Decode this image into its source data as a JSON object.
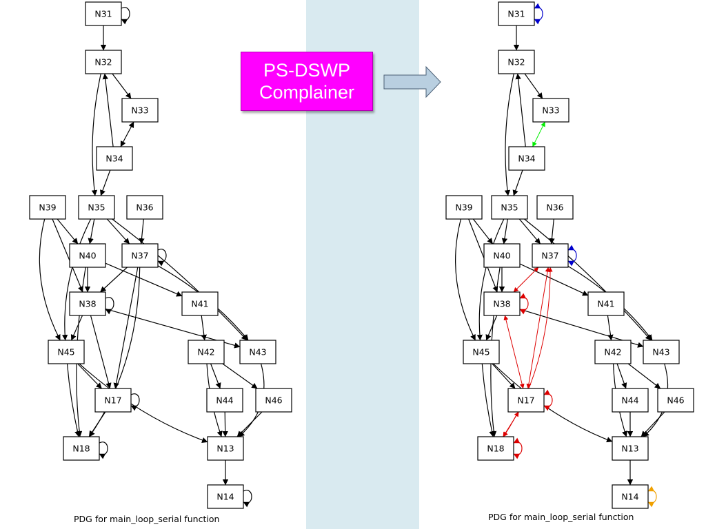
{
  "slide": {
    "title_line1": "PS-DSWP",
    "title_line2": "Complainer",
    "caption_left": "PDG for main_loop_serial function",
    "caption_right": "PDG for main_loop_serial function",
    "band_color": "#d9eaf0",
    "title_box_color": "#ff00ff"
  },
  "graph": {
    "nodes": [
      "N31",
      "N32",
      "N33",
      "N34",
      "N35",
      "N36",
      "N39",
      "N37",
      "N40",
      "N38",
      "N41",
      "N45",
      "N42",
      "N43",
      "N17",
      "N44",
      "N46",
      "N18",
      "N13",
      "N14"
    ],
    "edges": [
      [
        "N31",
        "N32"
      ],
      [
        "N32",
        "N33"
      ],
      [
        "N34",
        "N32"
      ],
      [
        "N32",
        "N35"
      ],
      [
        "N34",
        "N35"
      ],
      [
        "N33",
        "N34"
      ],
      [
        "N36",
        "N37"
      ],
      [
        "N39",
        "N40"
      ],
      [
        "N39",
        "N38"
      ],
      [
        "N39",
        "N45"
      ],
      [
        "N35",
        "N40"
      ],
      [
        "N35",
        "N37"
      ],
      [
        "N35",
        "N43"
      ],
      [
        "N35",
        "N45"
      ],
      [
        "N40",
        "N38"
      ],
      [
        "N40",
        "N41"
      ],
      [
        "N40",
        "N18"
      ],
      [
        "N37",
        "N38"
      ],
      [
        "N37",
        "N43"
      ],
      [
        "N37",
        "N17"
      ],
      [
        "N37",
        "N18"
      ],
      [
        "N38",
        "N45"
      ],
      [
        "N38",
        "N43"
      ],
      [
        "N38",
        "N17"
      ],
      [
        "N41",
        "N42"
      ],
      [
        "N42",
        "N44"
      ],
      [
        "N42",
        "N46"
      ],
      [
        "N42",
        "N13"
      ],
      [
        "N45",
        "N17"
      ],
      [
        "N45",
        "N18"
      ],
      [
        "N45",
        "N13"
      ],
      [
        "N44",
        "N13"
      ],
      [
        "N46",
        "N13"
      ],
      [
        "N43",
        "N13"
      ],
      [
        "N17",
        "N18"
      ],
      [
        "N13",
        "N14"
      ]
    ],
    "self_loops": [
      "N31",
      "N37",
      "N38",
      "N17",
      "N18",
      "N14"
    ],
    "colored_edges_right": [
      {
        "from": "N31",
        "to": "N31",
        "color": "#0000cc"
      },
      {
        "from": "N37",
        "to": "N37",
        "color": "#0000cc"
      },
      {
        "from": "N33",
        "to": "N34",
        "color": "#00ee00"
      },
      {
        "from": "N37",
        "to": "N38",
        "color": "#dd0000"
      },
      {
        "from": "N37",
        "to": "N17",
        "color": "#dd0000"
      },
      {
        "from": "N37",
        "to": "N18",
        "color": "#dd0000"
      },
      {
        "from": "N38",
        "to": "N17",
        "color": "#dd0000"
      },
      {
        "from": "N17",
        "to": "N18",
        "color": "#dd0000"
      },
      {
        "from": "N38",
        "to": "N38",
        "color": "#dd0000"
      },
      {
        "from": "N17",
        "to": "N17",
        "color": "#dd0000"
      },
      {
        "from": "N18",
        "to": "N18",
        "color": "#dd0000"
      },
      {
        "from": "N14",
        "to": "N14",
        "color": "#f0a000"
      }
    ]
  }
}
